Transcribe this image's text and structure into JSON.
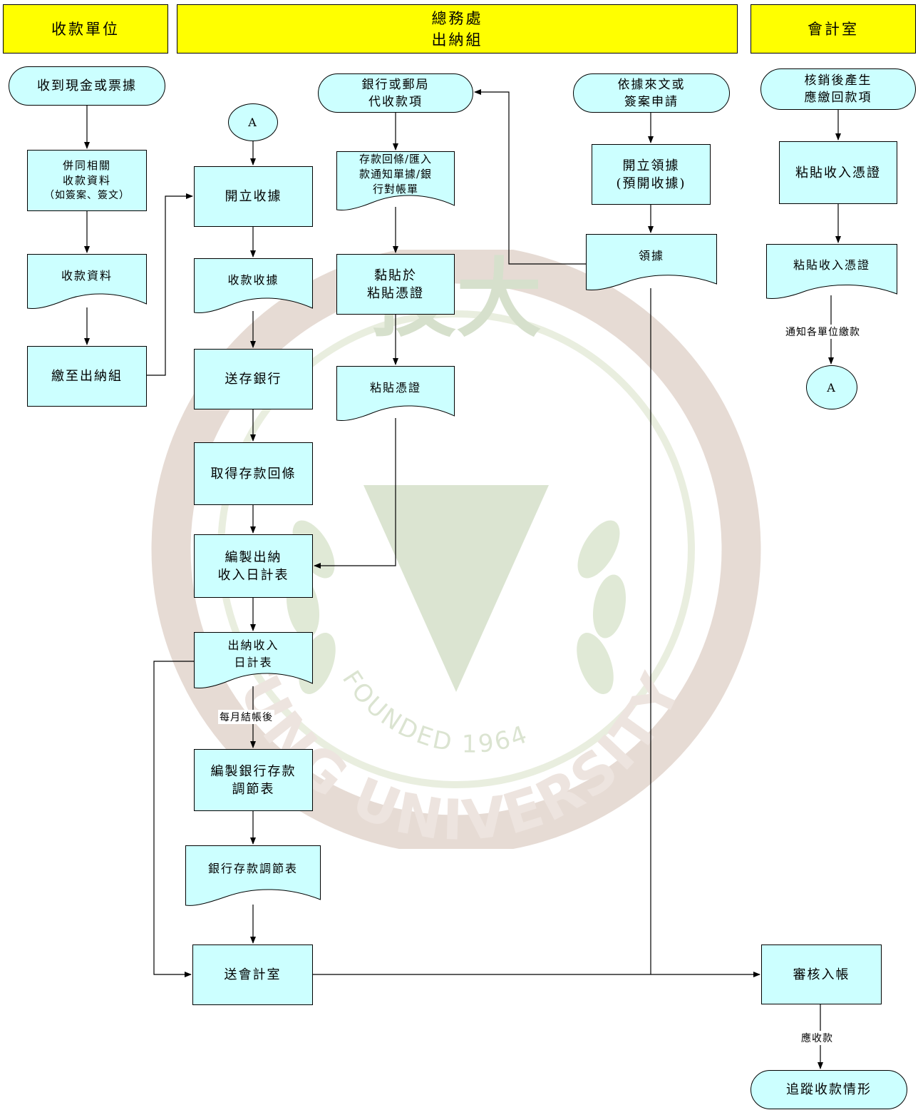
{
  "headers": {
    "collect_unit": "收款單位",
    "general_affairs": "總務處",
    "cashier": "出納組",
    "accounting": "會計室"
  },
  "nodes": {
    "recv_cash": "收到現金或票據",
    "attach_info_1": "併同相關",
    "attach_info_2": "收款資料",
    "attach_info_3": "（如簽案、簽文）",
    "collect_data": "收款資料",
    "pay_cashier": "繳至出納組",
    "connector_a": "A",
    "issue_receipt": "開立收據",
    "receipt_doc": "收款收據",
    "deposit_bank": "送存銀行",
    "get_slip": "取得存款回條",
    "daily_1": "編製出納",
    "daily_2": "收入日計表",
    "daily_doc_1": "出納收入",
    "daily_doc_2": "日計表",
    "recon_1": "編製銀行存款",
    "recon_2": "調節表",
    "recon_doc": "銀行存款調節表",
    "send_acc": "送會計室",
    "bank_post_1": "銀行或郵局",
    "bank_post_2": "代收款項",
    "deposit_doc_1": "存款回條/匯入",
    "deposit_doc_2": "款通知單據/銀",
    "deposit_doc_3": "行對帳單",
    "paste_1": "黏貼於",
    "paste_2": "粘貼憑證",
    "paste_doc": "粘貼憑證",
    "by_doc_1": "依據來文或",
    "by_doc_2": "簽案申請",
    "issue_pre_1": "開立領據",
    "issue_pre_2": "(預開收據)",
    "receipt_claim": "領據",
    "writeoff_1": "核銷後產生",
    "writeoff_2": "應繳回款項",
    "paste_income": "粘貼收入憑證",
    "paste_income_doc": "粘貼收入憑證",
    "connector_a2": "A",
    "review": "審核入帳",
    "track": "追蹤收款情形"
  },
  "labels": {
    "monthly": "每月結帳後",
    "notify": "通知各單位繳款",
    "receivable": "應收款"
  },
  "watermark": {
    "founded": "FOUNDED 1964",
    "university": "TUNG UNIVERSITY",
    "chinese": "技大"
  },
  "colors": {
    "header_fill": "#ffff00",
    "node_fill": "#ccffff",
    "line": "#000000"
  }
}
